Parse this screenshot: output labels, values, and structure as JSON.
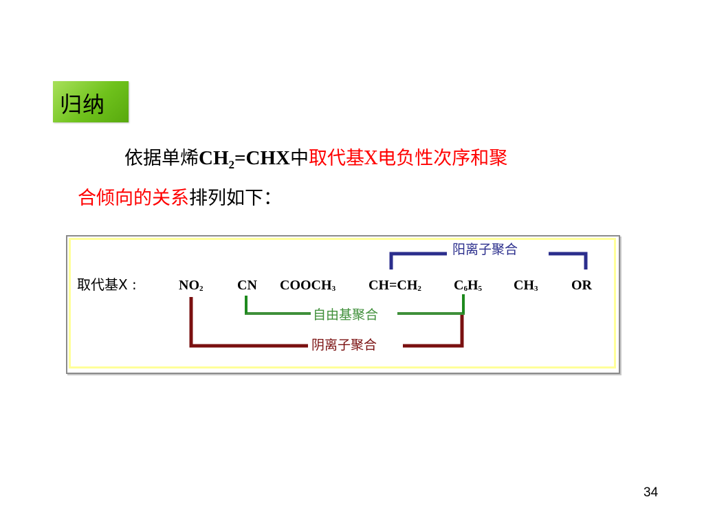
{
  "badge": {
    "label": "归纳"
  },
  "paragraph": {
    "l1_a": "依据单烯",
    "l1_formula_main": "CH",
    "l1_formula_sub": "2",
    "l1_formula_rest": "=CHX",
    "l1_b": "中",
    "l1_red": "取代基X电负性次序和聚",
    "l2_red": "合倾向的关系",
    "l2_b": "排列如下："
  },
  "diagram": {
    "row_label": "取代基X :",
    "groups": [
      {
        "main": "NO",
        "sub": "2"
      },
      {
        "main": "CN",
        "sub": ""
      },
      {
        "main": "COOCH",
        "sub": "3"
      },
      {
        "main": "CH=CH",
        "sub": "2"
      },
      {
        "main": "C",
        "sub": "6",
        "main2": "H",
        "sub2": "5"
      },
      {
        "main": "CH",
        "sub": "3"
      },
      {
        "main": "OR",
        "sub": ""
      }
    ],
    "brackets": {
      "cationic": {
        "label": "阳离子聚合",
        "color": "#2b2e8c"
      },
      "radical": {
        "label": "自由基聚合",
        "color": "#3f8f3a"
      },
      "anionic": {
        "label": "阴离子聚合",
        "color": "#7a1010"
      }
    }
  },
  "page_number": "34",
  "colors": {
    "accent_red": "#ff0000",
    "badge_green": "#6fc21c"
  }
}
